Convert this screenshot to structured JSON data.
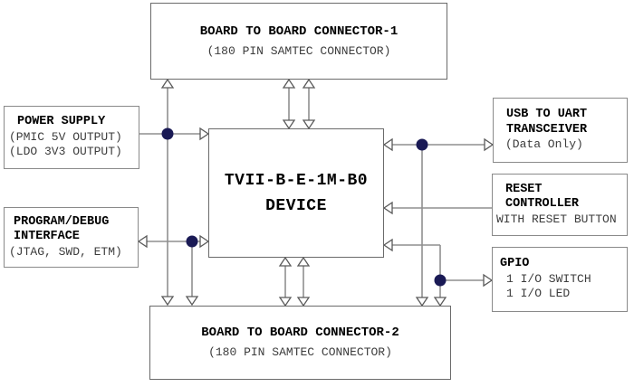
{
  "diagram": {
    "blocks": {
      "connector1": {
        "title": "BOARD TO BOARD CONNECTOR-1",
        "subtitle": "(180 PIN SAMTEC CONNECTOR)"
      },
      "power": {
        "title": "POWER SUPPLY",
        "line1": "(PMIC 5V OUTPUT)",
        "line2": "(LDO 3V3 OUTPUT)"
      },
      "progdebug": {
        "title1": "PROGRAM/DEBUG",
        "title2": "INTERFACE",
        "line1": "(JTAG, SWD, ETM)"
      },
      "device": {
        "name": "TVII-B-E-1M-B0",
        "label": "DEVICE"
      },
      "usb": {
        "title1": "USB TO UART",
        "title2": "TRANSCEIVER",
        "line1": "(Data Only)"
      },
      "reset": {
        "title1": "RESET",
        "title2": "CONTROLLER",
        "line1": "WITH RESET BUTTON"
      },
      "gpio": {
        "title": "GPIO",
        "line1": "1 I/O SWITCH",
        "line2": "1 I/O LED"
      },
      "connector2": {
        "title": "BOARD TO BOARD CONNECTOR-2",
        "subtitle": "(180 PIN SAMTEC CONNECTOR)"
      }
    },
    "colors": {
      "background": "#ffffff",
      "box_border": "#8a8a8a",
      "wire": "#8f8f8f",
      "arrowhead_outline": "#5a5a5a",
      "junction_dot": "#1a1a55",
      "title_text": "#000000",
      "subtitle_text": "#3c3c3c"
    }
  }
}
